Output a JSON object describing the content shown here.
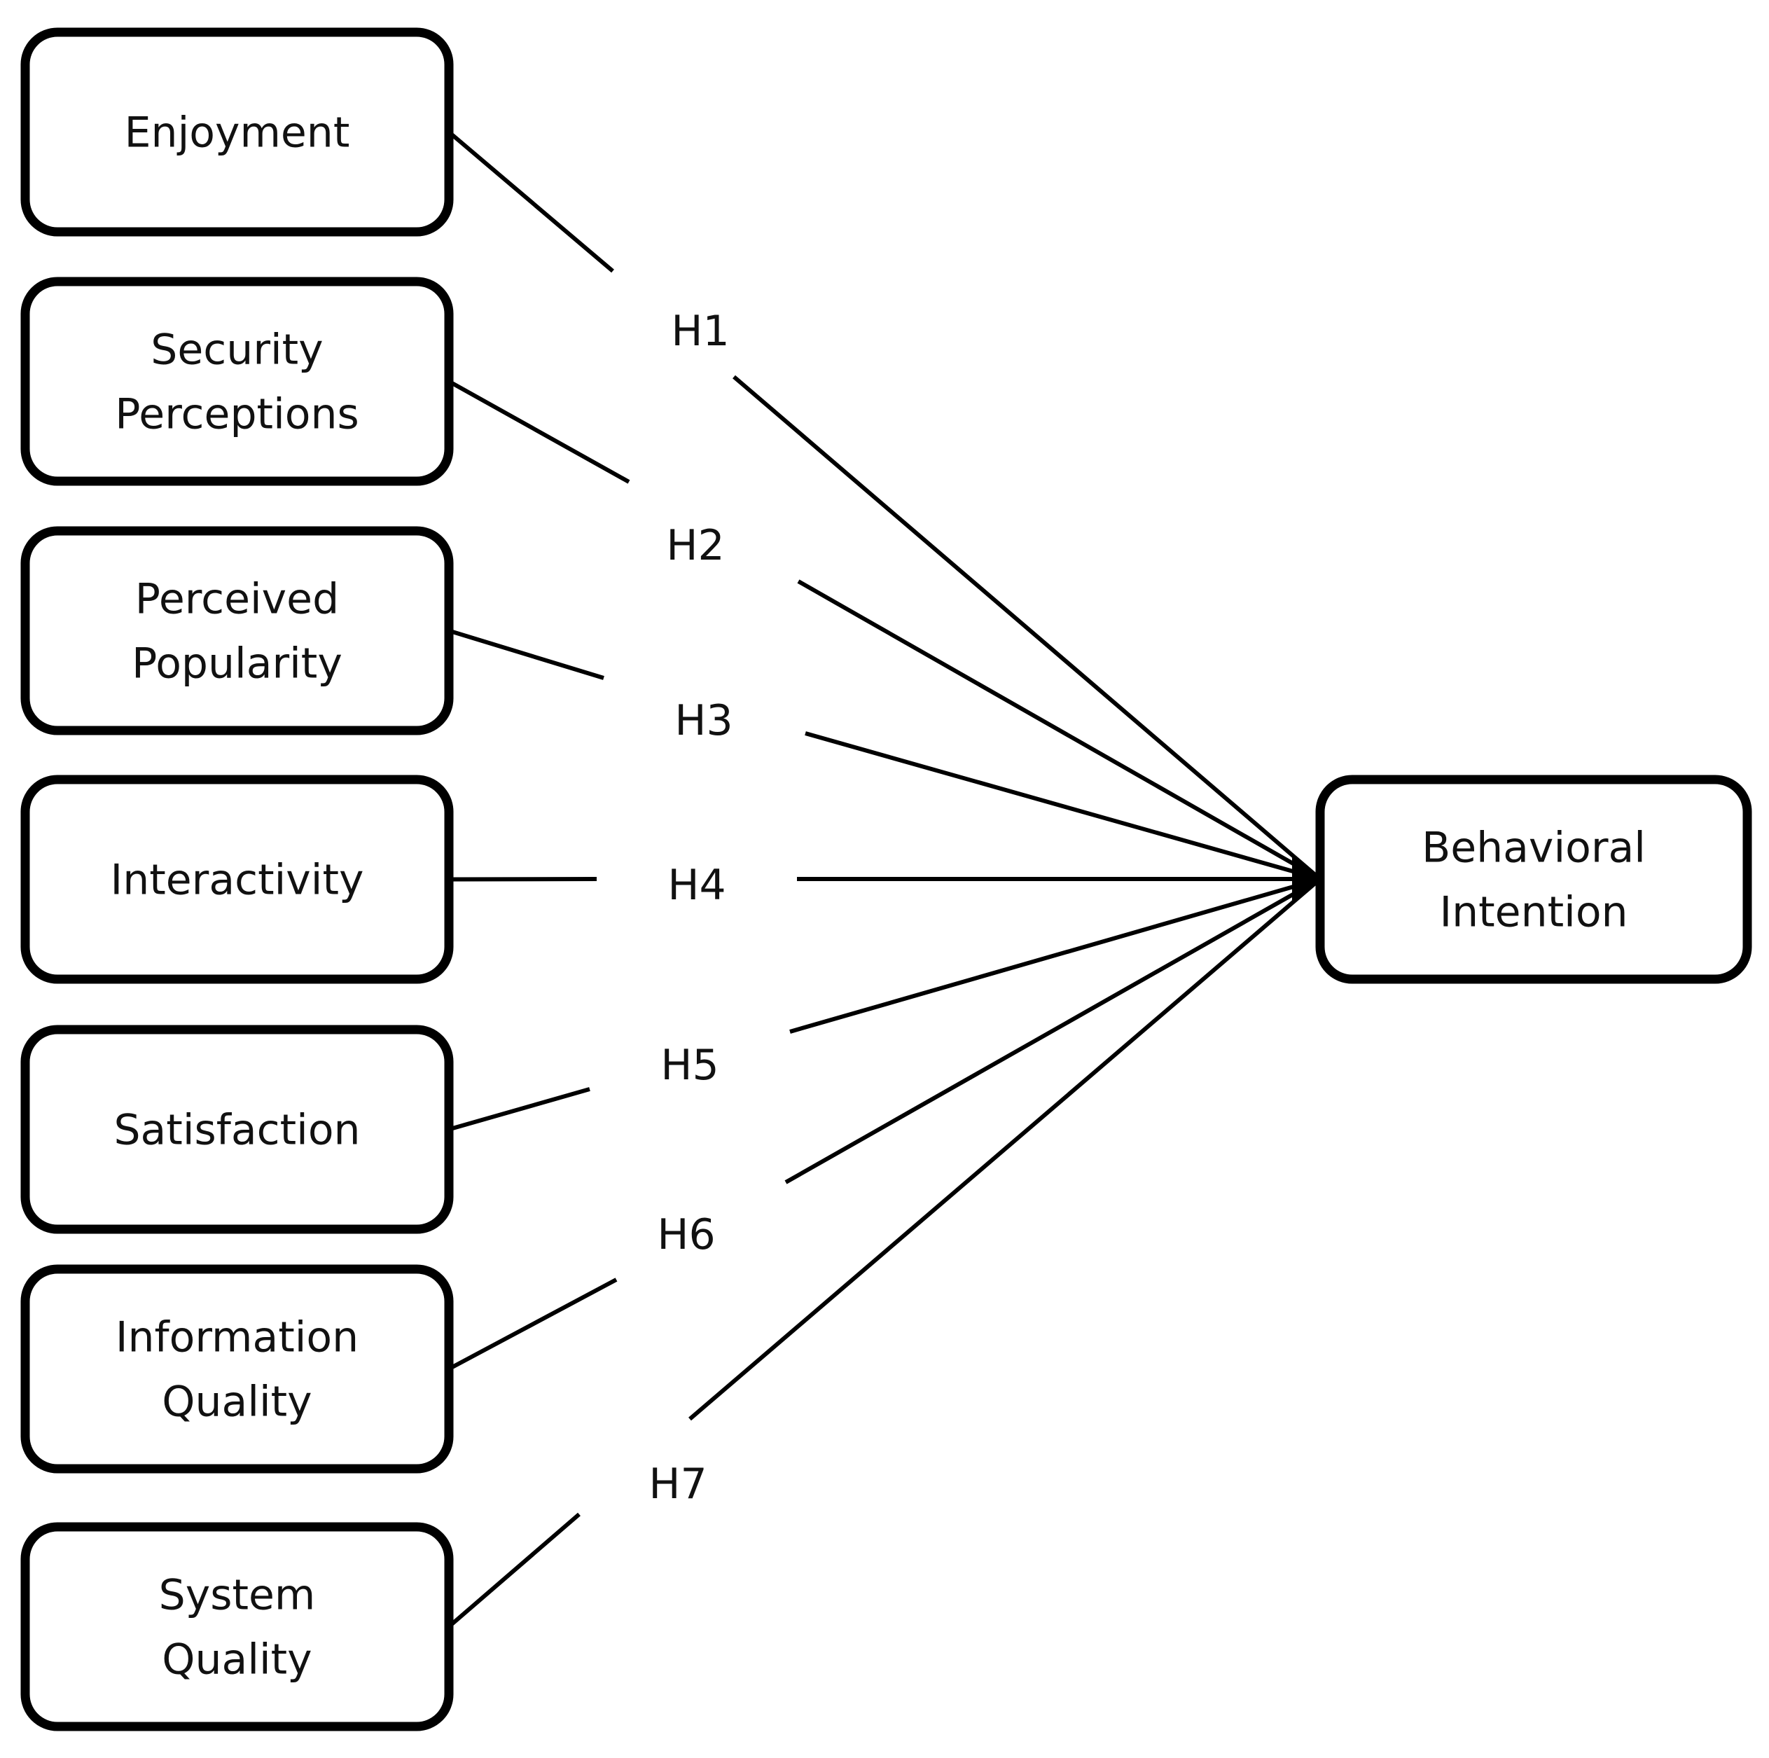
{
  "diagram": {
    "target": {
      "id": "behavioral-intention",
      "lines": [
        "Behavioral",
        "Intention"
      ]
    },
    "constructs": [
      {
        "id": "enjoyment",
        "lines": [
          "Enjoyment"
        ],
        "hypothesis": "H1"
      },
      {
        "id": "security-perceptions",
        "lines": [
          "Security",
          "Perceptions"
        ],
        "hypothesis": "H2"
      },
      {
        "id": "perceived-popularity",
        "lines": [
          "Perceived",
          "Popularity"
        ],
        "hypothesis": "H3"
      },
      {
        "id": "interactivity",
        "lines": [
          "Interactivity"
        ],
        "hypothesis": "H4"
      },
      {
        "id": "satisfaction",
        "lines": [
          "Satisfaction"
        ],
        "hypothesis": "H5"
      },
      {
        "id": "information-quality",
        "lines": [
          "Information",
          "Quality"
        ],
        "hypothesis": "H6"
      },
      {
        "id": "system-quality",
        "lines": [
          "System",
          "Quality"
        ],
        "hypothesis": "H7"
      }
    ]
  }
}
